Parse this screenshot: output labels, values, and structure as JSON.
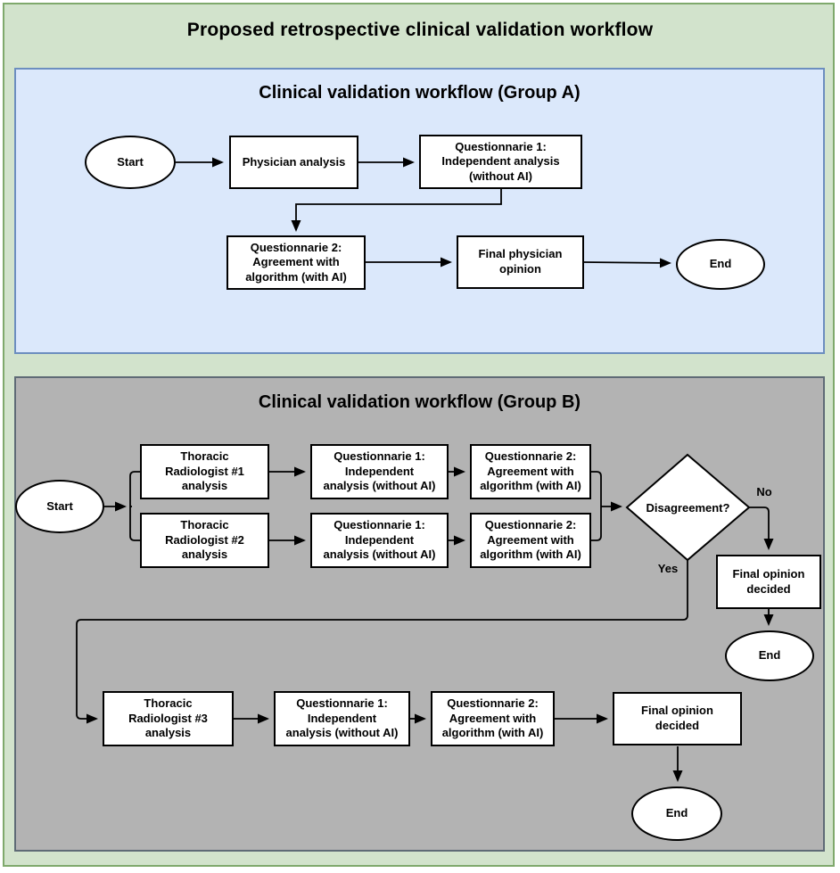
{
  "main_title": "Proposed retrospective clinical validation workflow",
  "colors": {
    "outer_fill": "#d2e3cc",
    "outer_stroke": "#7fa96c",
    "panel_a_fill": "#dbe8fb",
    "panel_a_stroke": "#6c8ebf",
    "panel_b_fill": "#b3b3b3",
    "panel_b_stroke": "#5f6b76",
    "node_fill": "#ffffff",
    "node_stroke": "#000000",
    "arrow_color": "#000000"
  },
  "panel_a": {
    "title": "Clinical validation workflow (Group A)",
    "nodes": {
      "start": "Start",
      "physician": "Physician analysis",
      "q1": "Questionnarie 1:\nIndependent analysis\n(without AI)",
      "q2": "Questionnarie 2:\nAgreement with\nalgorithm (with AI)",
      "final": "Final physician\nopinion",
      "end": "End"
    }
  },
  "panel_b": {
    "title": "Clinical validation workflow (Group B)",
    "nodes": {
      "start": "Start",
      "tr1": "Thoracic\nRadiologist #1\nanalysis",
      "tr2": "Thoracic\nRadiologist #2\nanalysis",
      "tr3": "Thoracic\nRadiologist #3\nanalysis",
      "q1_row1": "Questionnarie 1:\nIndependent\nanalysis (without AI)",
      "q2_row1": "Questionnarie 2:\nAgreement with\nalgorithm (with AI)",
      "q1_row2": "Questionnarie 1:\nIndependent\nanalysis (without AI)",
      "q2_row2": "Questionnarie 2:\nAgreement with\nalgorithm (with AI)",
      "q1_row3": "Questionnarie 1:\nIndependent\nanalysis (without AI)",
      "q2_row3": "Questionnarie 2:\nAgreement with\nalgorithm (with AI)",
      "decision": "Disagreement?",
      "final_no": "Final opinion\ndecided",
      "final_yes": "Final opinion\ndecided",
      "end_no": "End",
      "end_yes": "End"
    },
    "edge_labels": {
      "no": "No",
      "yes": "Yes"
    }
  }
}
